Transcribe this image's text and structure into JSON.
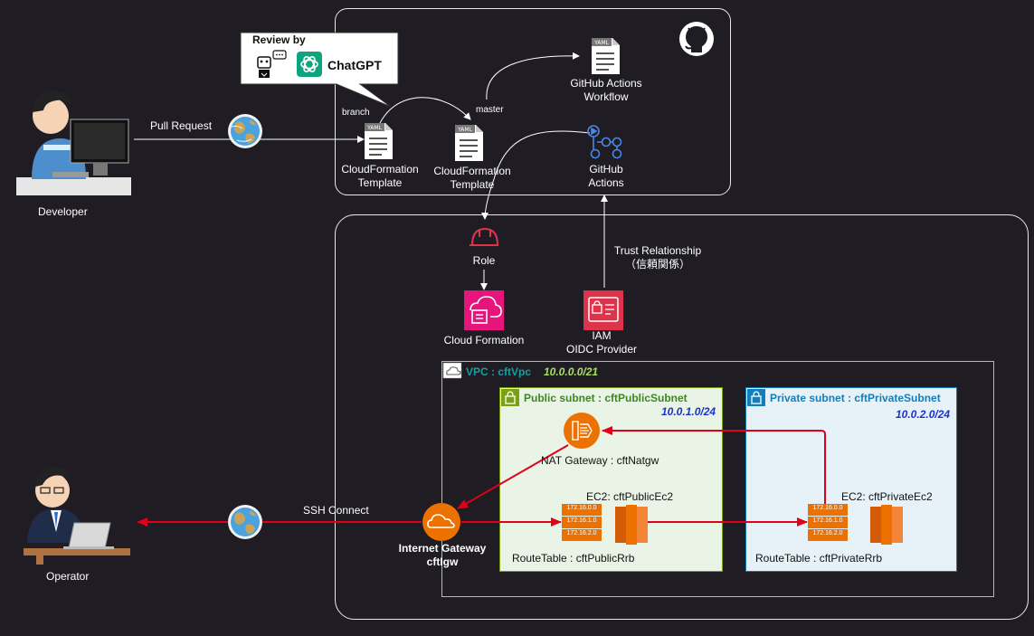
{
  "review": {
    "title": "Review by",
    "product": "ChatGPT"
  },
  "developer": {
    "label": "Developer",
    "action": "Pull Request"
  },
  "operator": {
    "label": "Operator",
    "action": "SSH Connect"
  },
  "github": {
    "branch_label": "branch",
    "master_label": "master",
    "template1": "CloudFormation\nTemplate",
    "template2": "CloudFormation\nTemplate",
    "workflow": "GitHub Actions\nWorkflow",
    "actions": "GitHub\nActions",
    "yaml_tag": "YAML"
  },
  "aws": {
    "role": "Role",
    "cloudformation": "Cloud Formation",
    "oidc": "IAM\nOIDC Provider",
    "trust": "Trust Relationship\n（信頼関係）"
  },
  "vpc": {
    "title": "VPC : cftVpc",
    "cidr": "10.0.0.0/21"
  },
  "public_subnet": {
    "title": "Public subnet : cftPublicSubnet",
    "cidr": "10.0.1.0/24",
    "natgw": "NAT Gateway : cftNatgw",
    "ec2": "EC2: cftPublicEc2",
    "route_table": "RouteTable : cftPublicRrb",
    "routes": [
      "172.16.0.0",
      "172.16.1.0",
      "172.16.2.0"
    ]
  },
  "private_subnet": {
    "title": "Private subnet : cftPrivateSubnet",
    "cidr": "10.0.2.0/24",
    "ec2": "EC2: cftPrivateEc2",
    "route_table": "RouteTable : cftPrivateRrb",
    "routes": [
      "172.16.0.0",
      "172.16.1.0",
      "172.16.2.0"
    ]
  },
  "igw": {
    "label": "Internet Gateway\ncftIgw"
  },
  "colors": {
    "background": "#1f1c24",
    "public_subnet_fill": "#e9f3e6",
    "public_subnet_title": "#3f8624",
    "private_subnet_fill": "#e6f2f8",
    "private_subnet_title": "#147eba",
    "vpc_title": "#1a9ea0",
    "vpc_cidr": "#a8e05f",
    "aws_orange": "#ed7100",
    "aws_pink": "#e7157b",
    "aws_red": "#dd344c",
    "arrow_red": "#e0001a"
  }
}
